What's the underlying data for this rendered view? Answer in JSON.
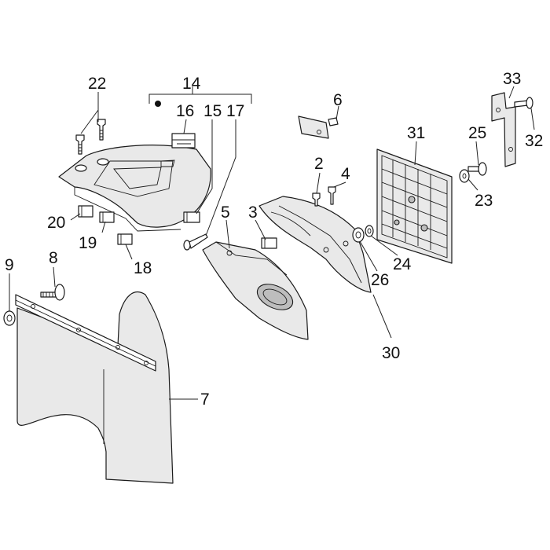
{
  "callouts": {
    "c2": "2",
    "c3": "3",
    "c4": "4",
    "c5": "5",
    "c6": "6",
    "c7": "7",
    "c8": "8",
    "c9": "9",
    "c14": "14",
    "c15": "15",
    "c16": "16",
    "c17": "17",
    "c18": "18",
    "c19": "19",
    "c20": "20",
    "c22": "22",
    "c23": "23",
    "c24": "24",
    "c25": "25",
    "c26": "26",
    "c30": "30",
    "c31": "31",
    "c32": "32",
    "c33": "33"
  }
}
